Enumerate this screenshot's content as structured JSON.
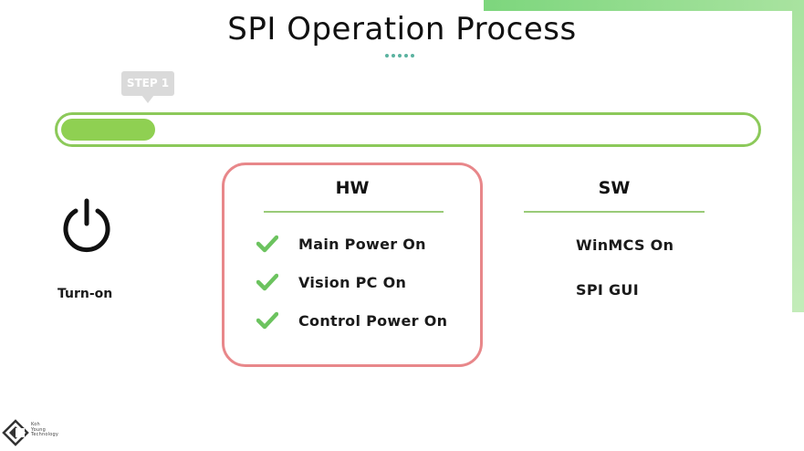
{
  "slide": {
    "title": "SPI Operation Process"
  },
  "step": {
    "badge_label": "STEP 1",
    "progress_fraction": 0.135
  },
  "turn_on": {
    "icon": "power-icon",
    "label": "Turn-on"
  },
  "hw": {
    "heading": "HW",
    "items": [
      {
        "label": "Main Power On",
        "icon": "checkmark-icon",
        "checked": true
      },
      {
        "label": "Vision PC On",
        "icon": "checkmark-icon",
        "checked": true
      },
      {
        "label": "Control Power On",
        "icon": "checkmark-icon",
        "checked": true
      }
    ]
  },
  "sw": {
    "heading": "SW",
    "items": [
      {
        "label": "WinMCS On"
      },
      {
        "label": "SPI GUI"
      }
    ]
  },
  "logo": {
    "icon": "koh-young-logo-icon",
    "line1": "Koh",
    "line2": "Young",
    "line3": "Technology"
  },
  "colors": {
    "accent_green": "#8cc95a",
    "progress_fill": "#8fd052",
    "check_green": "#6cc35f",
    "hw_border": "#e8878a",
    "badge_gray": "#dadada"
  }
}
